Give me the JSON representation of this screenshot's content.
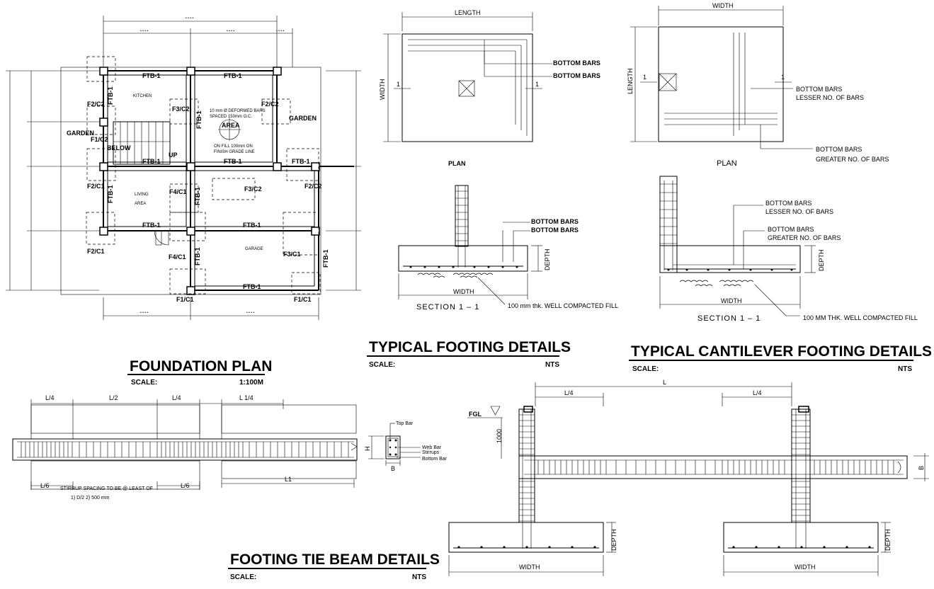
{
  "foundation_plan": {
    "title": "FOUNDATION PLAN",
    "scale_label": "SCALE:",
    "scale_value": "1:100M",
    "rooms": {
      "kitchen": "KITCHEN",
      "garden_right": "GARDEN",
      "garden_left": "GARDEN",
      "living": "LIVING",
      "living_area": "AREA",
      "garage": "GARAGE",
      "area": "AREA",
      "up": "UP",
      "below": "BELOW"
    },
    "notes": {
      "bars_line1": "10 mm Ø DEFORMED BARS",
      "bars_line2": "SPACED 150mm O.C.",
      "fill_line1": "ON FILL 100mm ON",
      "fill_line2": "FINISH GRADE LINE"
    },
    "beam_tags": [
      "FTB-1",
      "FTB-1",
      "FTB-1",
      "FTB-1",
      "FTB-1",
      "FTB-1",
      "FTB-1",
      "FTB-1",
      "FTB-1",
      "FTB-1",
      "FTB-1",
      "FTB-1",
      "FTB-1",
      "FTB-1"
    ],
    "footing_tags": {
      "f2c2_a": "F2/C2",
      "f2c2_b": "F2/C2",
      "f3c2_a": "F3/C2",
      "f1c2": "F1/C2",
      "f2c1_a": "F2/C1",
      "f4c1_a": "F4/C1",
      "f3c2_b": "F3/C2",
      "f2c2_c": "F2/C2",
      "f2c1_b": "F2/C1",
      "f4c1_b": "F4/C1",
      "f3c1": "F3/C1",
      "f1c1_a": "F1/C1",
      "f1c1_b": "F1/C1"
    }
  },
  "typical_footing": {
    "title": "TYPICAL FOOTING DETAILS",
    "scale_label": "SCALE:",
    "scale_value": "NTS",
    "length": "LENGTH",
    "width": "WIDTH",
    "bottom_bars_1": "BOTTOM BARS",
    "bottom_bars_2": "BOTTOM BARS",
    "plan": "PLAN",
    "sec_mark": "1",
    "sec_bars_1": "BOTTOM BARS",
    "sec_bars_2": "BOTTOM BARS",
    "depth": "DEPTH",
    "sec_width": "WIDTH",
    "section": "SECTION   1 – 1",
    "fill_note": "100 mm thk.  WELL COMPACTED FILL"
  },
  "cantilever_footing": {
    "title": "TYPICAL CANTILEVER FOOTING DETAILS",
    "scale_label": "SCALE:",
    "scale_value": "NTS",
    "width": "WIDTH",
    "length": "LENGTH",
    "sec_mark": "1",
    "bars_lesser_1": "BOTTOM BARS",
    "bars_lesser_2": "LESSER NO. OF BARS",
    "bars_greater_1": "BOTTOM BARS",
    "bars_greater_2": "GREATER NO. OF BARS",
    "plan": "PLAN",
    "sec_lesser_1": "BOTTOM BARS",
    "sec_lesser_2": "LESSER NO. OF BARS",
    "sec_greater_1": "BOTTOM BARS",
    "sec_greater_2": "GREATER NO. OF BARS",
    "depth": "DEPTH",
    "sec_width": "WIDTH",
    "section": "SECTION    1 – 1",
    "fill_note": "100 MM THK.  WELL COMPACTED FILL",
    "span": "L",
    "quarter_left": "L/4",
    "quarter_right": "L/4",
    "fgl": "FGL",
    "depth_1000": "1000",
    "b": "B",
    "footing_depth_left": "DEPTH",
    "footing_depth_right": "DEPTH",
    "footing_width_left": "WIDTH",
    "footing_width_right": "WIDTH"
  },
  "tie_beam": {
    "title": "FOOTING TIE BEAM DETAILS",
    "scale_label": "SCALE:",
    "scale_value": "NTS",
    "spans": [
      "L/4",
      "L/2",
      "L/4",
      "L 1/4"
    ],
    "l6_left": "L/6",
    "l6_right": "L/6",
    "l1": "L1",
    "stirrup_note": "STIRRUP SPACING TO BE @ LEAST OF",
    "stirrup_options": "1) D/2       2)  500 mm",
    "top_bar": "Top  Bar",
    "web_bar": "Web Bar",
    "stirrups": "Stirrups",
    "bottom_bar": "Bottom   Bar",
    "h": "H",
    "b": "B"
  }
}
